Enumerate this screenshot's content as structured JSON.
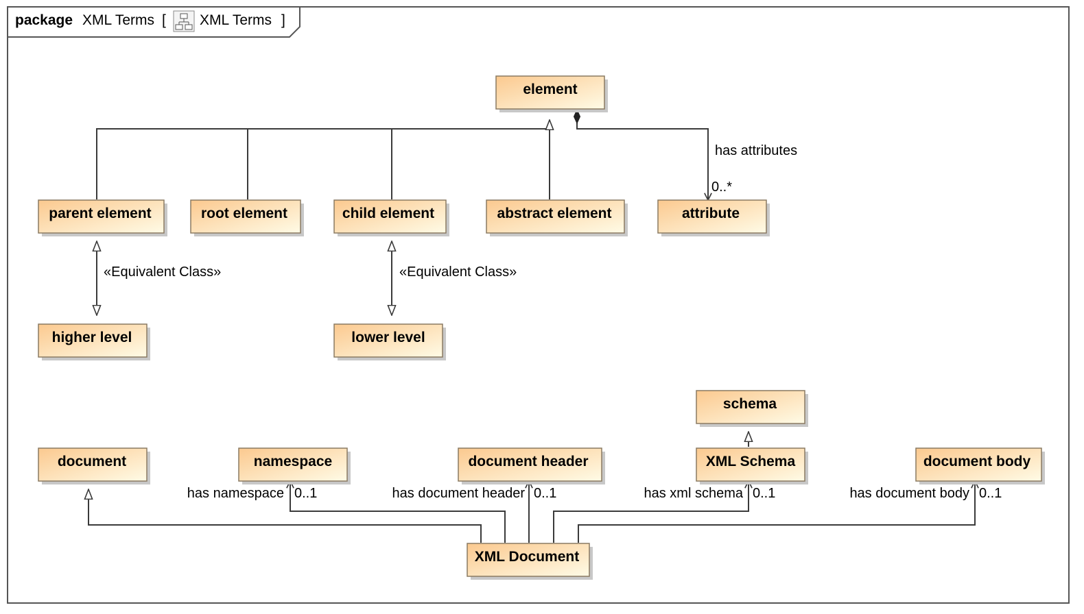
{
  "frame": {
    "keyword": "package",
    "name": "XML Terms",
    "diagram_icon": "class-diagram-icon",
    "diagram_name": "XML Terms"
  },
  "classes": {
    "element": "element",
    "parent_element": "parent element",
    "root_element": "root element",
    "child_element": "child element",
    "abstract_element": "abstract element",
    "attribute": "attribute",
    "higher_level": "higher level",
    "lower_level": "lower level",
    "schema": "schema",
    "document": "document",
    "namespace": "namespace",
    "document_header": "document header",
    "xml_schema": "XML Schema",
    "document_body": "document body",
    "xml_document": "XML Document"
  },
  "relations": {
    "has_attributes": {
      "label": "has attributes",
      "multiplicity": "0..*"
    },
    "equiv_parent": {
      "stereotype": "«Equivalent Class»"
    },
    "equiv_child": {
      "stereotype": "«Equivalent Class»"
    },
    "has_namespace": {
      "label": "has namespace",
      "multiplicity": "0..1"
    },
    "has_document_header": {
      "label": "has document header",
      "multiplicity": "0..1"
    },
    "has_xml_schema": {
      "label": "has xml schema",
      "multiplicity": "0..1"
    },
    "has_document_body": {
      "label": "has document body",
      "multiplicity": "0..1"
    }
  },
  "colors": {
    "box_gradient_start": "#fbc98f",
    "box_gradient_end": "#fffbe6",
    "box_border": "#8a7a62",
    "shadow": "#c8c8c8",
    "line": "#3a3a3a",
    "frame_border": "#555555"
  }
}
